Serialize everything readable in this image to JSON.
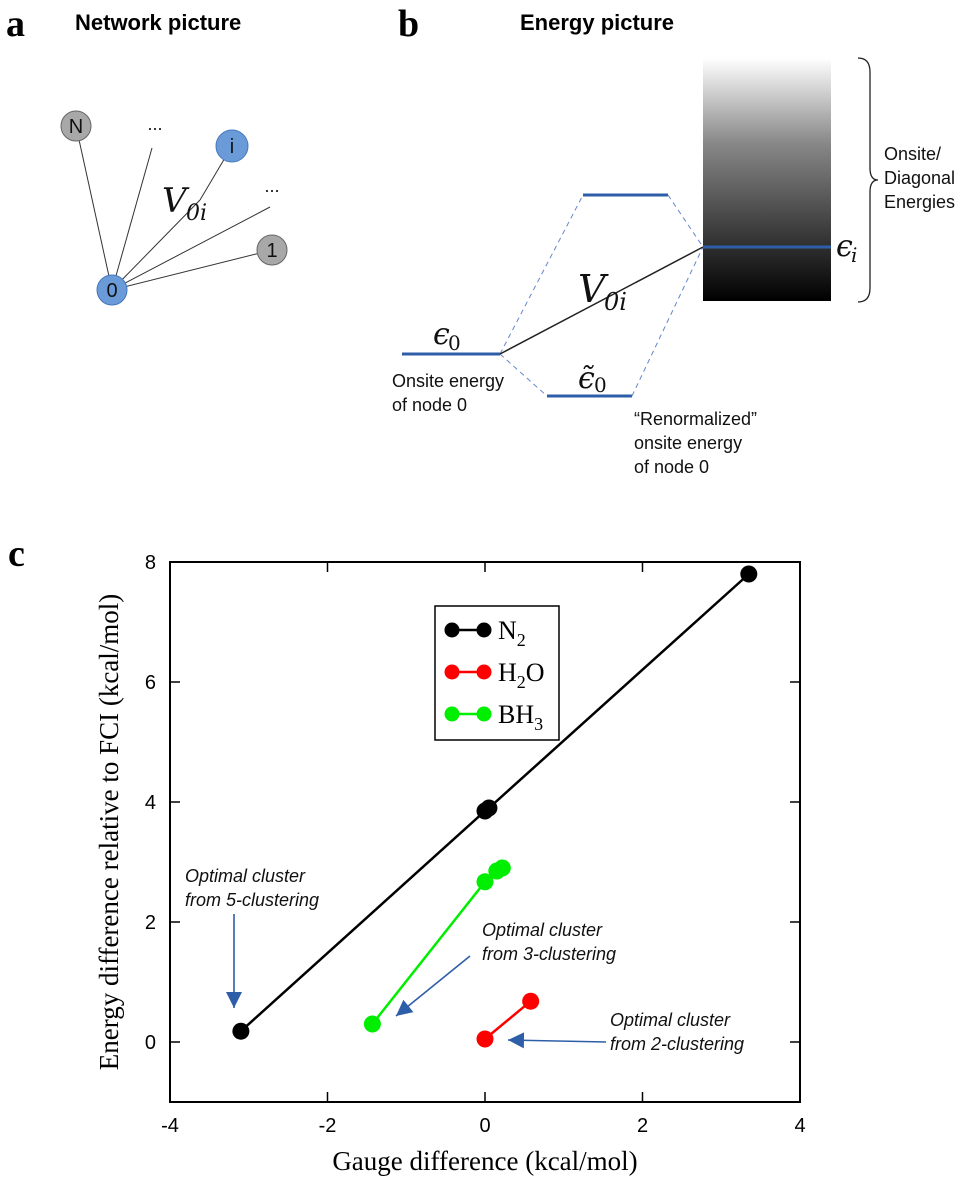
{
  "panel_a": {
    "label": "a",
    "title": "Network picture",
    "nodes": {
      "n": "N",
      "i": "i",
      "one": "1",
      "zero": "0"
    },
    "ellipsis": "...",
    "coupling": {
      "symbol": "V",
      "sub": "0i"
    }
  },
  "panel_b": {
    "label": "b",
    "title": "Energy picture",
    "eps0": {
      "symbol": "ϵ",
      "sub": "0"
    },
    "eps0_tilde": {
      "symbol": "ϵ̃",
      "sub": "0"
    },
    "epsi": {
      "symbol": "ϵ",
      "sub": "i"
    },
    "coupling": {
      "symbol": "V",
      "sub": "0i"
    },
    "onsite_label": [
      "Onsite energy",
      "of node 0"
    ],
    "renorm_label": [
      "“Renormalized”",
      "onsite energy",
      "of node 0"
    ],
    "brace_label": [
      "Onsite/",
      "Diagonal",
      "Energies"
    ]
  },
  "panel_c": {
    "label": "c",
    "annotations": [
      [
        "Optimal cluster",
        "from 5-clustering"
      ],
      [
        "Optimal cluster",
        "from 3-clustering"
      ],
      [
        "Optimal cluster",
        "from 2-clustering"
      ]
    ]
  },
  "colors": {
    "node_blue": "#6a9bd8",
    "node_grey": "#a8a8a8",
    "level": "#2e5ea8",
    "n2": "#000000",
    "h2o": "#ff0000",
    "bh3": "#00ee00"
  },
  "chart_data": {
    "type": "line",
    "xlabel": "Gauge difference (kcal/mol)",
    "ylabel": "Energy difference relative to FCI (kcal/mol)",
    "xlim": [
      -4,
      4
    ],
    "ylim": [
      -1,
      8
    ],
    "xticks": [
      "-4",
      "-2",
      "0",
      "2",
      "4"
    ],
    "yticks": [
      "0",
      "2",
      "4",
      "6",
      "8"
    ],
    "xtick_values": [
      -4,
      -2,
      0,
      2,
      4
    ],
    "ytick_values": [
      0,
      2,
      4,
      6,
      8
    ],
    "legend_position": "top-center",
    "series": [
      {
        "name": "N2",
        "legend_base": "N",
        "legend_sub": "2",
        "legend_tail": "",
        "color": "#000000",
        "points": [
          [
            -3.1,
            0.18
          ],
          [
            0.0,
            3.85
          ],
          [
            0.05,
            3.9
          ],
          [
            3.35,
            7.8
          ]
        ]
      },
      {
        "name": "H2O",
        "legend_base": "H",
        "legend_sub": "2",
        "legend_tail": "O",
        "color": "#ff0000",
        "points": [
          [
            0.0,
            0.05
          ],
          [
            0.58,
            0.68
          ]
        ]
      },
      {
        "name": "BH3",
        "legend_base": "BH",
        "legend_sub": "3",
        "legend_tail": "",
        "color": "#00ee00",
        "points": [
          [
            -1.43,
            0.3
          ],
          [
            0.0,
            2.67
          ],
          [
            0.15,
            2.85
          ],
          [
            0.22,
            2.9
          ]
        ]
      }
    ]
  }
}
